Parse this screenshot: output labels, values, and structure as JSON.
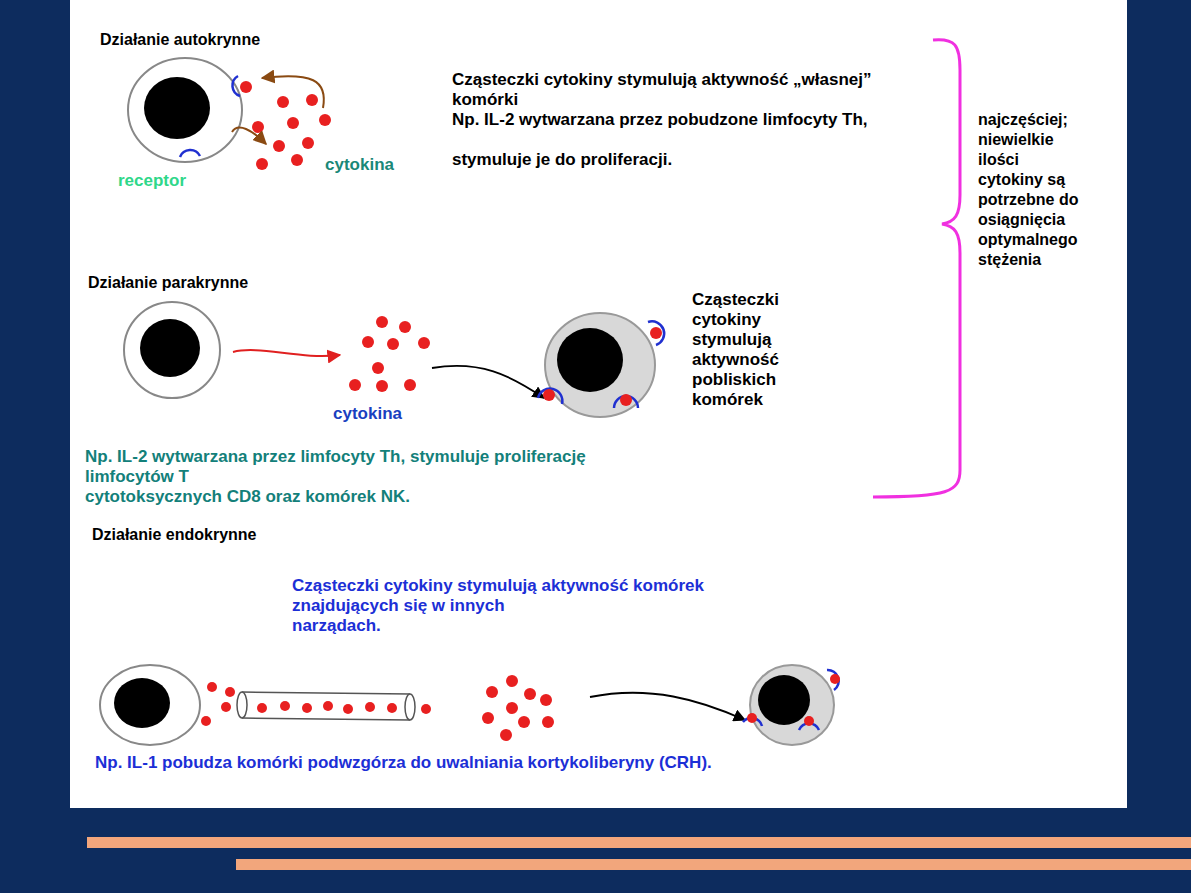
{
  "diagram": {
    "labels": [
      "Działanie autokrynne",
      "Cząsteczki cytokiny stymulują aktywność „własnej” komórki",
      "Np. IL-2 wytwarzana przez pobudzone limfocyty Th,",
      "stymuluje je do proliferacji.",
      "receptor",
      "cytokina",
      "najczęściej; niewielkie ilości cytokiny są potrzebne do osiągnięcia optymalnego stężenia",
      "Działanie parakrynne",
      "cytokina",
      "Cząsteczki cytokiny stymulują aktywność pobliskich komórek",
      "Np. IL-2 wytwarzana przez limfocyty Th, stymuluje proliferację limfocytów T",
      "cytotoksycznych CD8 oraz komórek NK.",
      "Działanie endokrynne",
      "Cząsteczki cytokiny stymulują aktywność komórek",
      "znajdujących się w innych narządach.",
      "Np. IL-1 pobudza komórki podwzgórza do uwalniania kortykoliberyny (CRH)."
    ]
  }
}
